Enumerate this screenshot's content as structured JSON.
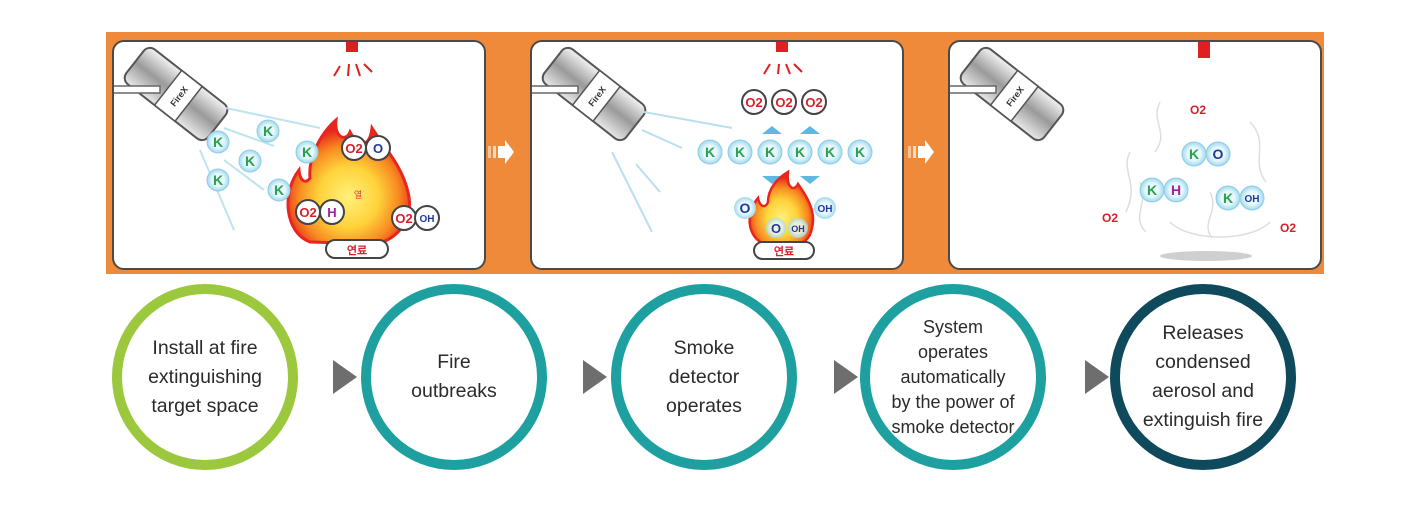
{
  "panels": [
    {
      "id": "stage-1",
      "canister_label": "FireX",
      "particles": [
        "K",
        "K",
        "K",
        "K",
        "K",
        "K"
      ],
      "molecules": [
        {
          "left": "O2",
          "right": "O"
        },
        {
          "left": "O2",
          "right": "H"
        },
        {
          "left": "O2",
          "right": "OH"
        }
      ],
      "flame_label": "열",
      "fuel_label": "연료"
    },
    {
      "id": "stage-2",
      "canister_label": "FireX",
      "oxygen": [
        "O2",
        "O2",
        "O2"
      ],
      "particles": [
        "K",
        "K",
        "K",
        "K",
        "K",
        "K"
      ],
      "radicals": [
        "O",
        "OH",
        "O",
        "OH"
      ],
      "fuel_label": "연료"
    },
    {
      "id": "stage-3",
      "canister_label": "FireX",
      "compounds": [
        {
          "left": "K",
          "right": "O"
        },
        {
          "left": "K",
          "right": "H"
        },
        {
          "left": "K",
          "right": "OH"
        }
      ],
      "oxygen": [
        "O2",
        "O2",
        "O2"
      ]
    }
  ],
  "steps": [
    {
      "label": "Install at fire\nextinguishing\ntarget space",
      "color": "#9bc83c"
    },
    {
      "label": "Fire\noutbreaks",
      "color": "#1ea0a0"
    },
    {
      "label": "Smoke\ndetector\noperates",
      "color": "#1ea0a0"
    },
    {
      "label": "System\noperates\nautomatically\nby the power of\nsmoke detector",
      "color": "#1ea0a0"
    },
    {
      "label": "Releases\ncondensed\naerosol and\nextinguish fire",
      "color": "#0e4a5c"
    }
  ],
  "colors": {
    "band": "#ee8a3a",
    "k_particle_fill": "#bfe8f5",
    "k_text": "#2aa050",
    "o2_text": "#d8202a",
    "o_text": "#1e3a9a",
    "h_text": "#a020a0",
    "arrow_gray": "#6e6e6e"
  }
}
